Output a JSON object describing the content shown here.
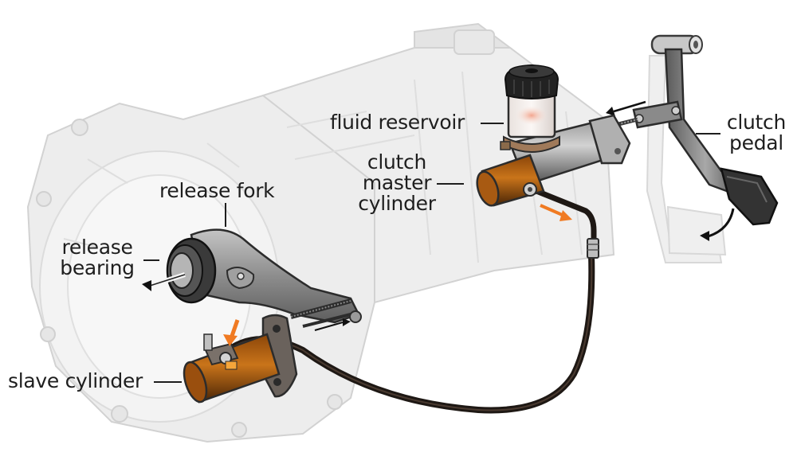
{
  "diagram": {
    "subject": "hydraulic clutch system",
    "colors": {
      "background": "#ffffff",
      "housing_ghost": "#e6e6e6",
      "housing_line": "#cfcfcf",
      "metal_dark": "#3c3c3c",
      "metal_mid": "#7a7a7a",
      "metal_light": "#bdbdbd",
      "fluid_orange": "#b8620f",
      "fluid_dark": "#5a2e08",
      "arrow_orange": "#f07a22",
      "hose": "#2a211c",
      "label_text": "#1e1e1e"
    },
    "labels": {
      "fluid_reservoir": "fluid reservoir",
      "clutch_master_cylinder": "clutch\nmaster\ncylinder",
      "clutch_pedal": "clutch\npedal",
      "release_fork": "release fork",
      "release_bearing": "release\nbearing",
      "slave_cylinder": "slave cylinder"
    },
    "components": [
      "transmission-housing",
      "fluid-reservoir",
      "clutch-master-cylinder",
      "clutch-pedal",
      "hydraulic-hose",
      "release-fork",
      "release-bearing",
      "slave-cylinder"
    ]
  }
}
